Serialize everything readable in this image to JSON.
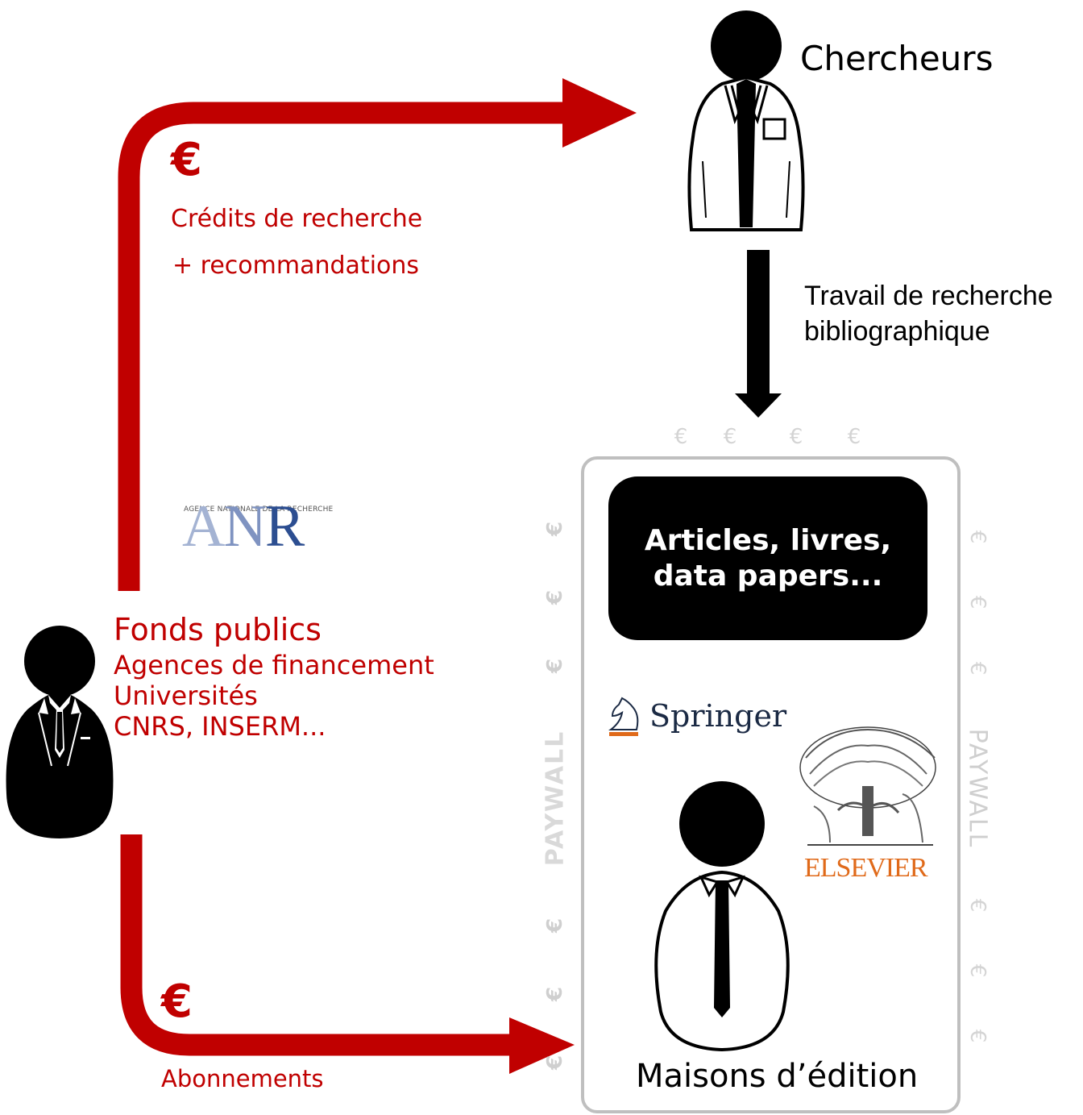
{
  "funders": {
    "title": "Fonds publics",
    "lines": [
      "Agences de financement",
      "Universités",
      "CNRS, INSERM..."
    ]
  },
  "funding_flow": {
    "currency": "€",
    "label_line1": "Crédits de recherche",
    "label_line2": "+ recommandations"
  },
  "subscription_flow": {
    "currency": "€",
    "label": "Abonnements"
  },
  "researchers": {
    "title": "Chercheurs"
  },
  "work_flow": {
    "line1": "Travail de recherche",
    "line2": "bibliographique"
  },
  "publications": {
    "line1": "Articles, livres,",
    "line2": "data papers..."
  },
  "publishers": {
    "title": "Maisons d’édition",
    "logos": {
      "springer": "Springer",
      "elsevier": "ELSEVIER"
    }
  },
  "anr_logo": {
    "tagline": "AGENCE NATIONALE DE LA RECHERCHE",
    "letters": [
      "A",
      "N",
      "R"
    ]
  },
  "paywall": {
    "label": "PAYWALL",
    "coin_symbol": "€"
  },
  "colors": {
    "funding_red": "#c00000",
    "black": "#000000",
    "paywall_grey": "#d0d0d0",
    "box_border": "#bfbfbf"
  },
  "icons": [
    "funder-person-icon",
    "researcher-person-icon",
    "publisher-person-icon",
    "springer-knight-icon",
    "elsevier-tree-icon"
  ]
}
